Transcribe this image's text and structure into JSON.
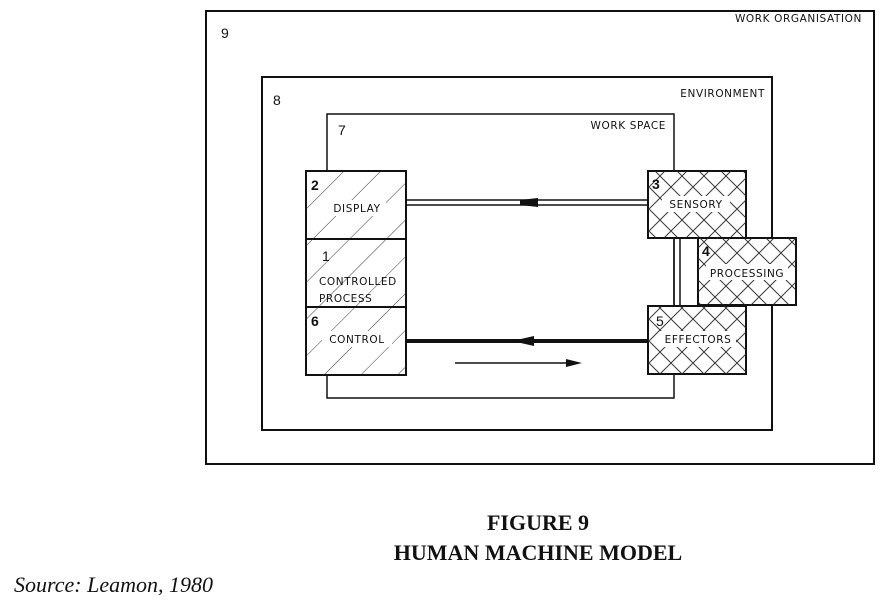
{
  "diagram": {
    "outer": {
      "number": "9",
      "label": "WORK ORGANISATION"
    },
    "environment": {
      "number": "8",
      "label": "ENVIRONMENT"
    },
    "workspace": {
      "number": "7",
      "label": "WORK SPACE"
    },
    "boxes": [
      {
        "number": "1",
        "label_line1": "CONTROLLED",
        "label_line2": "PROCESS"
      },
      {
        "number": "2",
        "label": "DISPLAY"
      },
      {
        "number": "3",
        "label": "SENSORY"
      },
      {
        "number": "4",
        "label": "PROCESSING"
      },
      {
        "number": "5",
        "label": "EFFECTORS"
      },
      {
        "number": "6",
        "label": "CONTROL"
      }
    ]
  },
  "caption": {
    "title": "FIGURE 9",
    "subtitle": "HUMAN MACHINE MODEL"
  },
  "source": "Source: Leamon, 1980"
}
